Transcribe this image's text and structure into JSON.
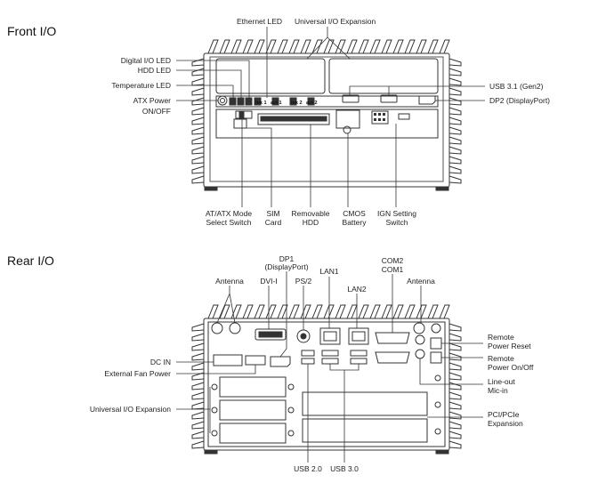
{
  "sections": {
    "front": "Front I/O",
    "rear": "Rear I/O"
  },
  "front": {
    "ethernet_led": "Ethernet LED",
    "universal_io_expansion": "Universal I/O Expansion",
    "digital_io_led": "Digital I/O LED",
    "hdd_led": "HDD LED",
    "temperature_led": "Temperature LED",
    "atx_power": "ATX Power",
    "on_off": "ON/OFF",
    "usb31": "USB 3.1 (Gen2)",
    "dp2": "DP2 (DisplayPort)",
    "at_atx_1": "AT/ATX Mode",
    "at_atx_2": "Select Switch",
    "sim_1": "SIM",
    "sim_2": "Card",
    "hdd_1": "Removable",
    "hdd_2": "HDD",
    "cmos_1": "CMOS",
    "cmos_2": "Battery",
    "ign_1": "IGN Setting",
    "ign_2": "Switch",
    "port_labels": [
      "lnk 1",
      "act 1",
      "lnk 2",
      "act 2"
    ]
  },
  "rear": {
    "dp1_1": "DP1",
    "dp1_2": "(DisplayPort)",
    "antenna_left": "Antenna",
    "dvi": "DVI-I",
    "ps2": "PS/2",
    "lan1": "LAN1",
    "lan2": "LAN2",
    "com2": "COM2",
    "com1": "COM1",
    "antenna_right": "Antenna",
    "dc_in": "DC IN",
    "ext_fan": "External Fan Power",
    "universal_io_expansion": "Universal I/O Expansion",
    "remote_reset_1": "Remote",
    "remote_reset_2": "Power Reset",
    "remote_onoff_1": "Remote",
    "remote_onoff_2": "Power On/Off",
    "lineout": "Line-out",
    "micin": "Mic-in",
    "pci_1": "PCI/PCIe",
    "pci_2": "Expansion",
    "usb20": "USB 2.0",
    "usb30": "USB 3.0"
  }
}
